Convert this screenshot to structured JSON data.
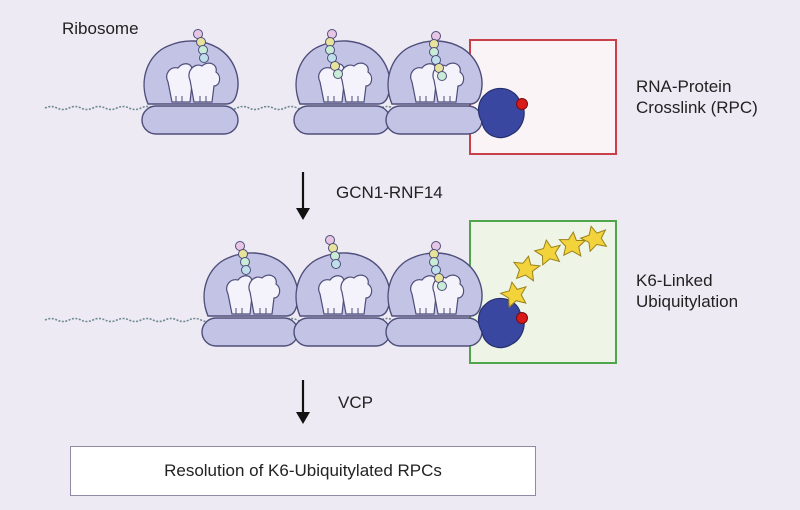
{
  "labels": {
    "ribosome": "Ribosome",
    "rpc_line1": "RNA-Protein",
    "rpc_line2": "Crosslink (RPC)",
    "step1": "GCN1-RNF14",
    "ub_line1": "K6-Linked",
    "ub_line2": "Ubiquitylation",
    "step2": "VCP",
    "result": "Resolution of K6-Ubiquitylated RPCs"
  },
  "colors": {
    "background": "#edeaf4",
    "ribosome_fill": "#c3c3e6",
    "ribosome_stroke": "#4e4e7a",
    "trna_fill": "#f4f2fa",
    "crosslink_protein": "#3a47a0",
    "crosslink_dot": "#d81a1a",
    "rpc_box_border": "#c9404b",
    "rpc_box_fill": "#fbf4f6",
    "ub_box_border": "#4fa64a",
    "ub_box_fill": "#eef4e6",
    "ubiquitin": "#f3d33c",
    "mrna": "#6f8a90"
  },
  "icons": {
    "ribosome": "ribosome-icon",
    "crosslinked_protein": "protein-blob-icon",
    "ubiquitin": "ubiquitin-star-icon",
    "arrow": "arrow-down-icon"
  }
}
